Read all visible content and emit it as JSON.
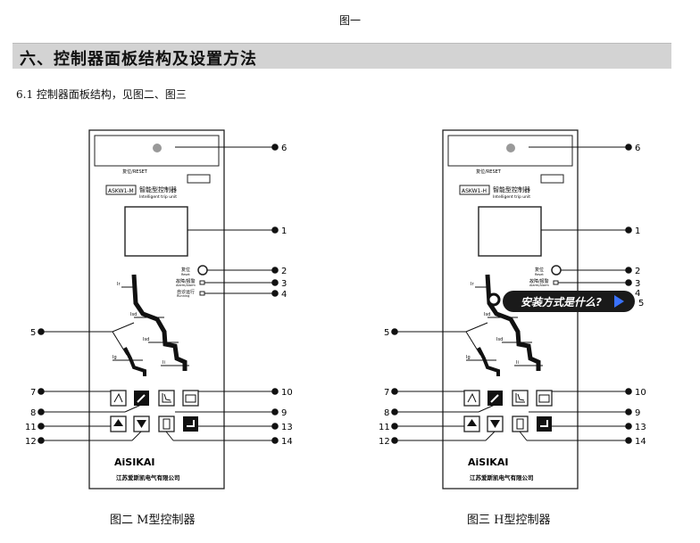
{
  "figure_top": "图一",
  "section_heading": "六、控制器面板结构及设置方法",
  "section_text": "6.1 控制器面板结构，见图二、图三",
  "caption_m": "图二  M型控制器",
  "caption_h": "图三  H型控制器",
  "panel": {
    "reset_label": "复位/RESET",
    "model_m": "ASKW1-M",
    "model_h": "ASKW1-H",
    "name_cn": "智能型控制器",
    "name_en": "Intelligent trip unit",
    "reset_side": "复位",
    "reset_side_en": "Reset",
    "fault_label": "故障/报警",
    "fault_label_en": "Alarm/Alarm",
    "selftest_label": "自诊运行",
    "selftest_label_en": "Running",
    "brand": "AiSIKAI",
    "company": "江苏爱斯凯电气有限公司",
    "curve_ir": "Ir",
    "curve_isd": "Isd",
    "curve_ii": "Ii",
    "curve_ig": "Ig"
  },
  "callouts": {
    "n1": "1",
    "n2": "2",
    "n3": "3",
    "n4": "4",
    "n5": "5",
    "n6": "6",
    "n7": "7",
    "n8": "8",
    "n9": "9",
    "n10": "10",
    "n11": "11",
    "n12": "12",
    "n13": "13",
    "n14": "14",
    "n15": "5"
  },
  "tooltip": "安装方式是什么?",
  "icons": [
    "indicator-lamp-icon",
    "gear-reset-icon",
    "meter-icon",
    "wrench-icon",
    "curve-icon",
    "mail-icon",
    "up-arrow-icon",
    "down-arrow-icon",
    "door-icon",
    "enter-icon",
    "play-arrow-icon"
  ]
}
